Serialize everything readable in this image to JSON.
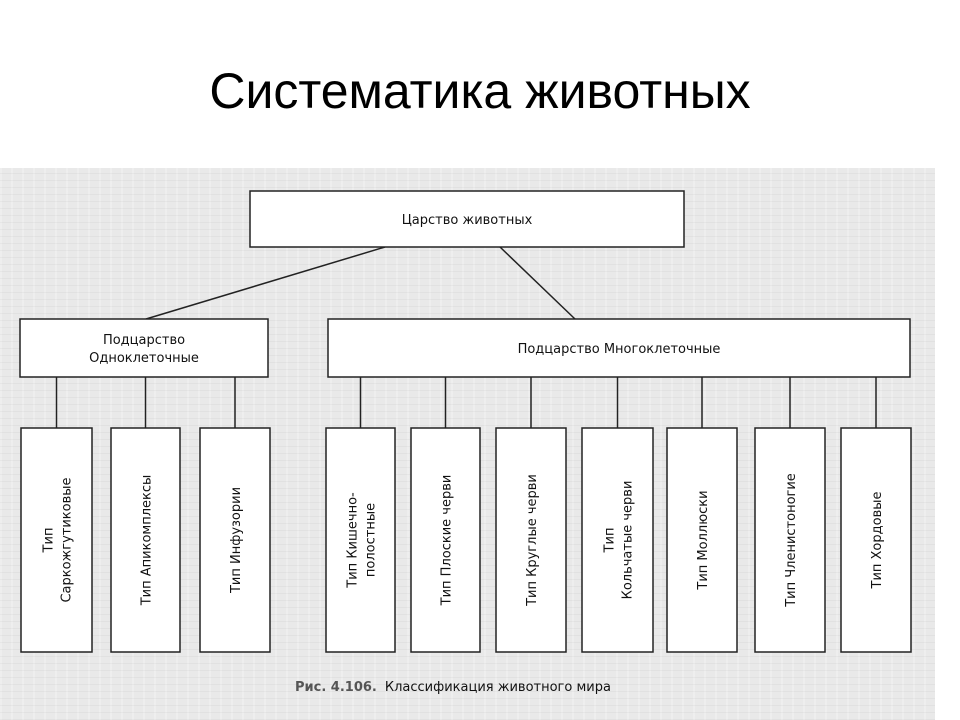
{
  "title": "Систематика животных",
  "kingdom": "Царство животных",
  "subkingdoms": {
    "unicellular": [
      "Подцарство",
      "Одноклеточные"
    ],
    "multicellular": "Подцарство Многоклеточные"
  },
  "phyla": [
    [
      "Тип",
      "Саркожгутиковые"
    ],
    [
      "Тип Апикомплексы"
    ],
    [
      "Тип Инфузории"
    ],
    [
      "Тип Кишечно-",
      "полостные"
    ],
    [
      "Тип Плоские черви"
    ],
    [
      "Тип Круглые черви"
    ],
    [
      "Тип",
      "Кольчатые черви"
    ],
    [
      "Тип Моллюски"
    ],
    [
      "Тип Членистоногие"
    ],
    [
      "Тип Хордовые"
    ]
  ],
  "caption": {
    "figure": "Рис. 4.106.",
    "text": "Классификация животного мира"
  }
}
